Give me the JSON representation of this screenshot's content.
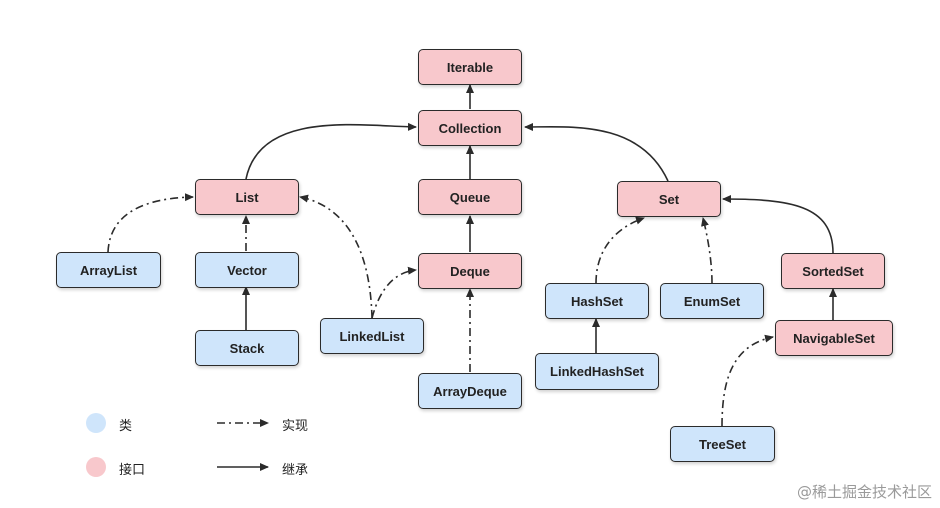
{
  "nodes": {
    "iterable": "Iterable",
    "collection": "Collection",
    "list": "List",
    "queue": "Queue",
    "set": "Set",
    "deque": "Deque",
    "sortedset": "SortedSet",
    "navigableset": "NavigableSet",
    "arraylist": "ArrayList",
    "vector": "Vector",
    "stack": "Stack",
    "linkedlist": "LinkedList",
    "arraydeque": "ArrayDeque",
    "hashset": "HashSet",
    "linkedhashset": "LinkedHashSet",
    "enumset": "EnumSet",
    "treeset": "TreeSet"
  },
  "legend": {
    "class_label": "类",
    "interface_label": "接口",
    "implements_label": "实现",
    "extends_label": "继承"
  },
  "colors": {
    "interface": "#f8c8cc",
    "class": "#cfe5fb",
    "line": "#2b2b2b"
  },
  "watermark": "@稀土掘金技术社区"
}
